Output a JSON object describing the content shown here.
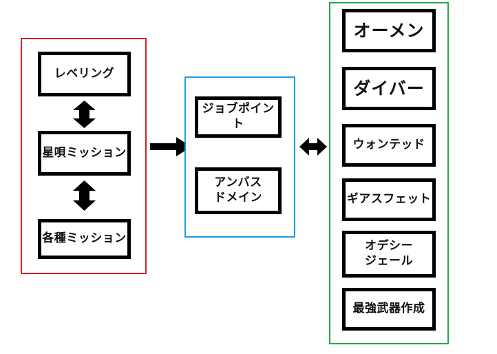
{
  "diagram": {
    "title": "FFXI progression flow diagram",
    "background": "#ffffff",
    "colors": {
      "group_left_border": "#e01b22",
      "group_middle_border": "#1b9ee0",
      "group_right_border": "#28a745",
      "node_border": "#000000",
      "node_fill": "#ffffff",
      "text": "#111111",
      "arrow": "#000000"
    },
    "groups": [
      {
        "id": "left",
        "border_color": "#e01b22",
        "nodes": [
          {
            "id": "leveling",
            "label": "レベリング"
          },
          {
            "id": "seikyo-mission",
            "label": "星唄ミッション"
          },
          {
            "id": "kakushu-mission",
            "label": "各種ミッション"
          }
        ],
        "internal_connectors": [
          {
            "id": "leveling-to-seikyo",
            "type": "double-arrow-vertical",
            "glyph": "↕"
          },
          {
            "id": "seikyo-to-kakushu",
            "type": "double-arrow-vertical",
            "glyph": "↕"
          }
        ]
      },
      {
        "id": "middle",
        "border_color": "#1b9ee0",
        "nodes": [
          {
            "id": "job-point",
            "label": "ジョブポイント"
          },
          {
            "id": "ambuscade-domain",
            "label": "アンバス\nドメイン"
          }
        ],
        "internal_connectors": []
      },
      {
        "id": "right",
        "border_color": "#28a745",
        "nodes": [
          {
            "id": "omen",
            "label": "オーメン"
          },
          {
            "id": "diver",
            "label": "ダイバー"
          },
          {
            "id": "wanted",
            "label": "ウォンテッド"
          },
          {
            "id": "geas-fete",
            "label": "ギアスフェット"
          },
          {
            "id": "odyssey-gaol",
            "label": "オデシー\nジェール"
          },
          {
            "id": "saikyo-buki-sakusei",
            "label": "最強武器作成"
          }
        ],
        "internal_connectors": []
      }
    ],
    "connectors": [
      {
        "id": "left-to-middle",
        "type": "single-arrow-right",
        "glyph": "→"
      },
      {
        "id": "middle-to-right",
        "type": "double-arrow-horizontal",
        "glyph": "↔"
      }
    ]
  }
}
